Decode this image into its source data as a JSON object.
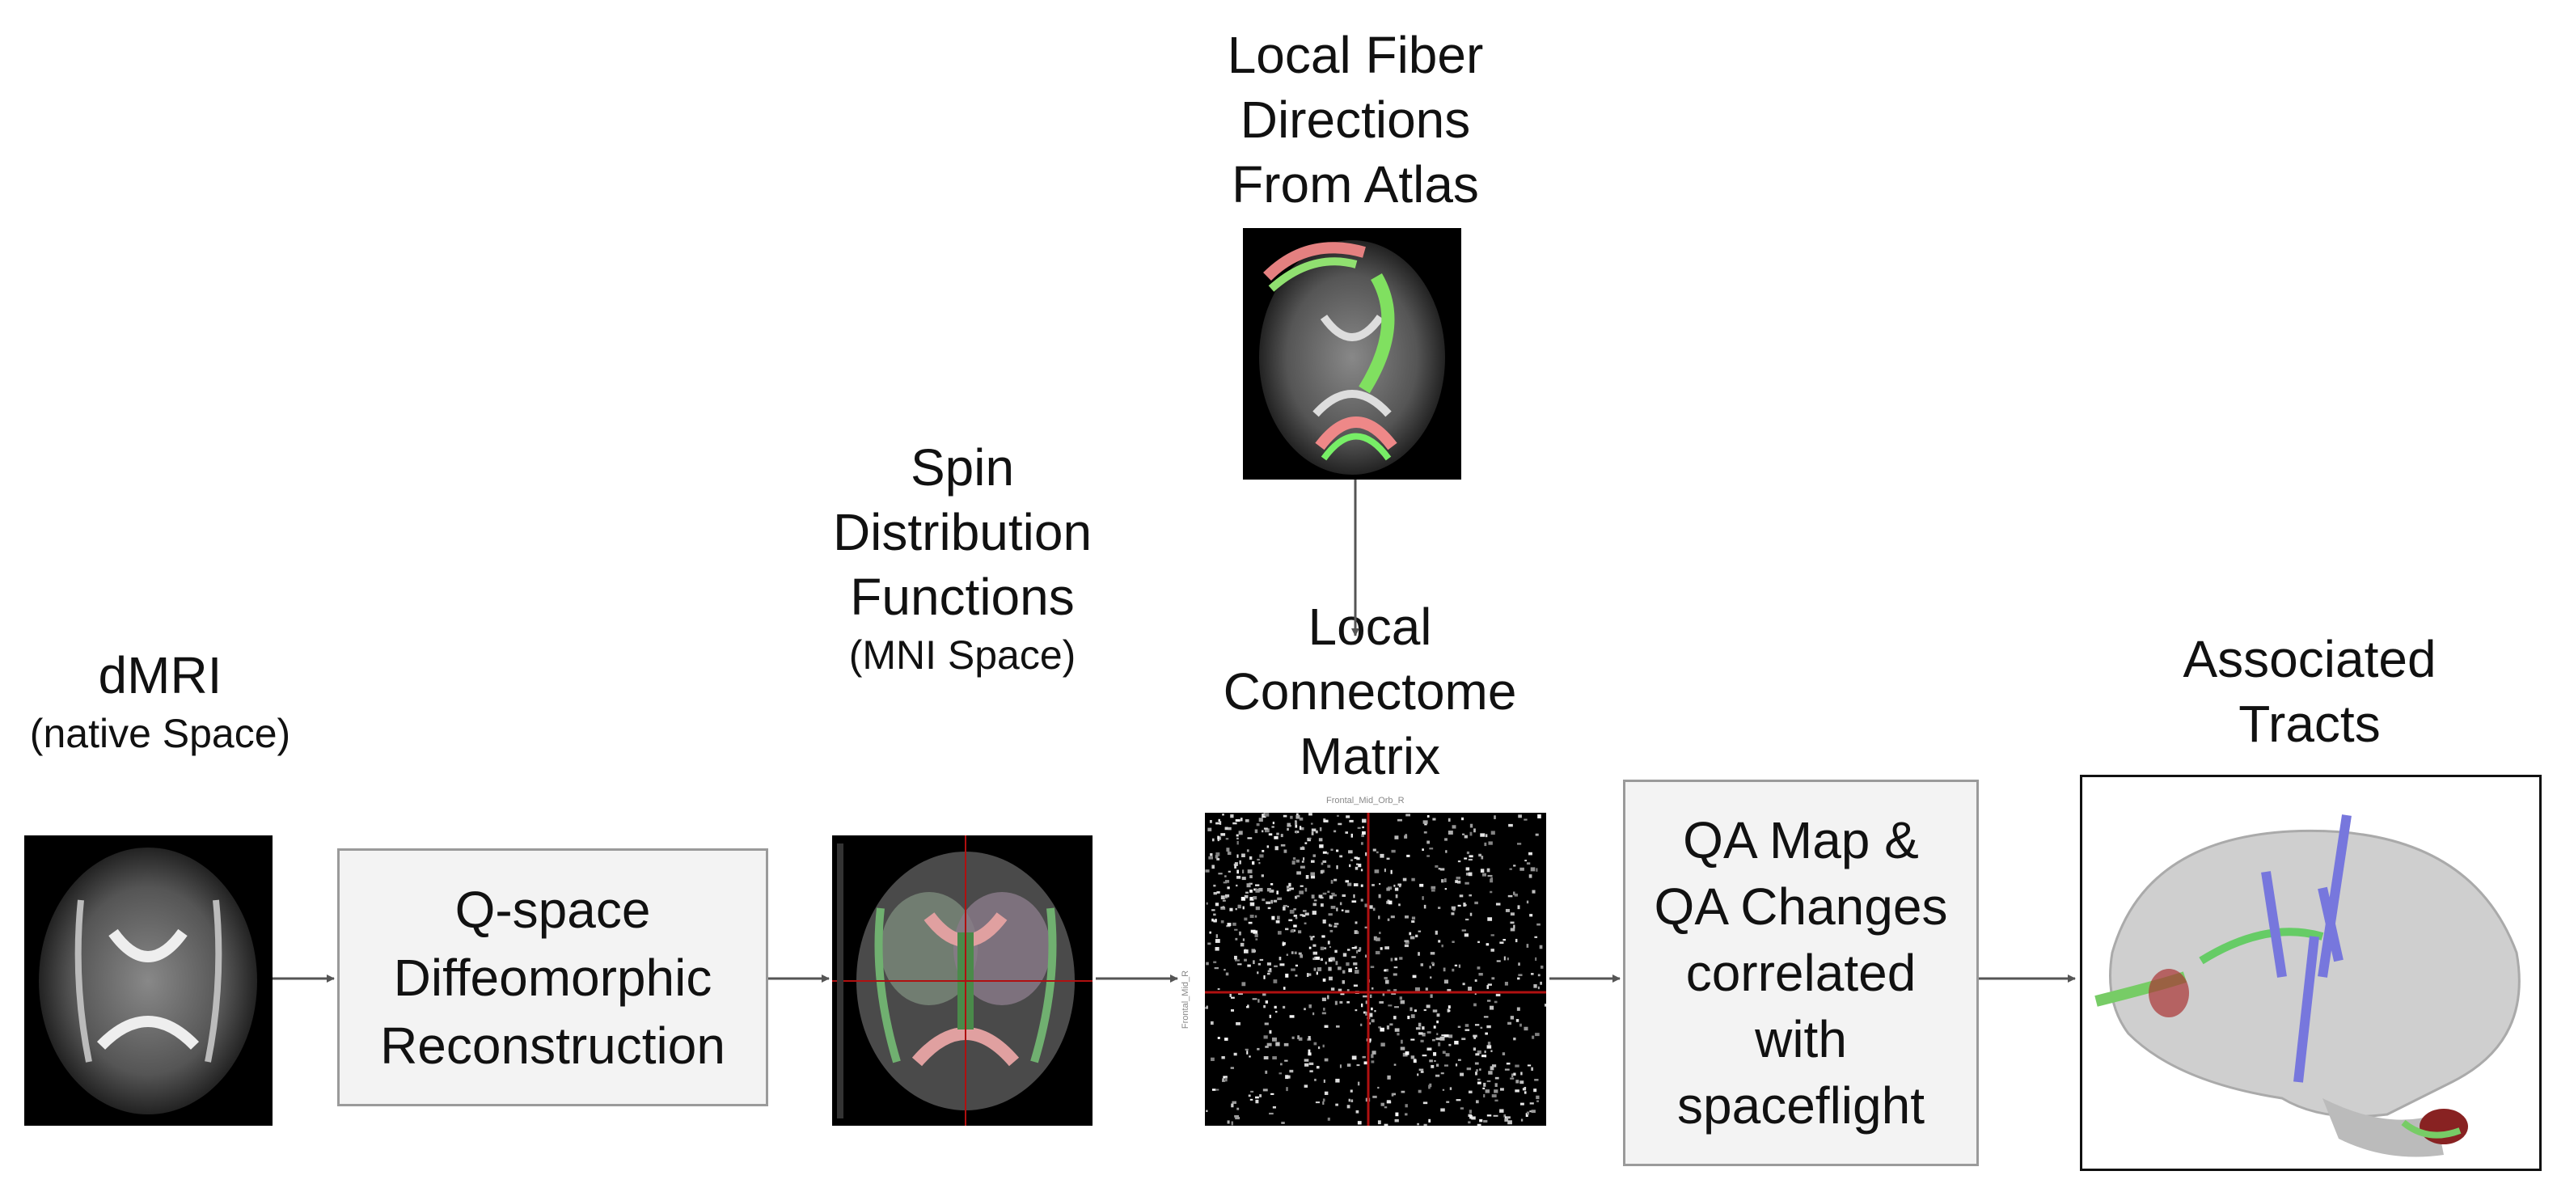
{
  "atlas": {
    "title_lines": [
      "Local Fiber",
      "Directions",
      "From Atlas"
    ]
  },
  "dmri": {
    "title": "dMRI",
    "subtitle": "(native Space)"
  },
  "qspace": {
    "lines": [
      "Q-space",
      "Diffeomorphic",
      "Reconstruction"
    ]
  },
  "sdf": {
    "title_lines": [
      "Spin",
      "Distribution",
      "Functions"
    ],
    "subtitle": "(MNI Space)"
  },
  "matrix": {
    "title_lines": [
      "Local",
      "Connectome",
      "Matrix"
    ],
    "top_axis_label": "Frontal_Mid_Orb_R",
    "side_axis_label": "Frontal_Mid_R"
  },
  "qa": {
    "lines": [
      "QA Map &",
      "QA Changes",
      "correlated",
      "with",
      "spaceflight"
    ]
  },
  "tracts": {
    "title_lines": [
      "Associated",
      "Tracts"
    ]
  },
  "colors": {
    "arrow": "#555555",
    "box_fill": "#f3f3f3",
    "box_border": "#9a9a9a",
    "crosshair": "#b01010"
  }
}
